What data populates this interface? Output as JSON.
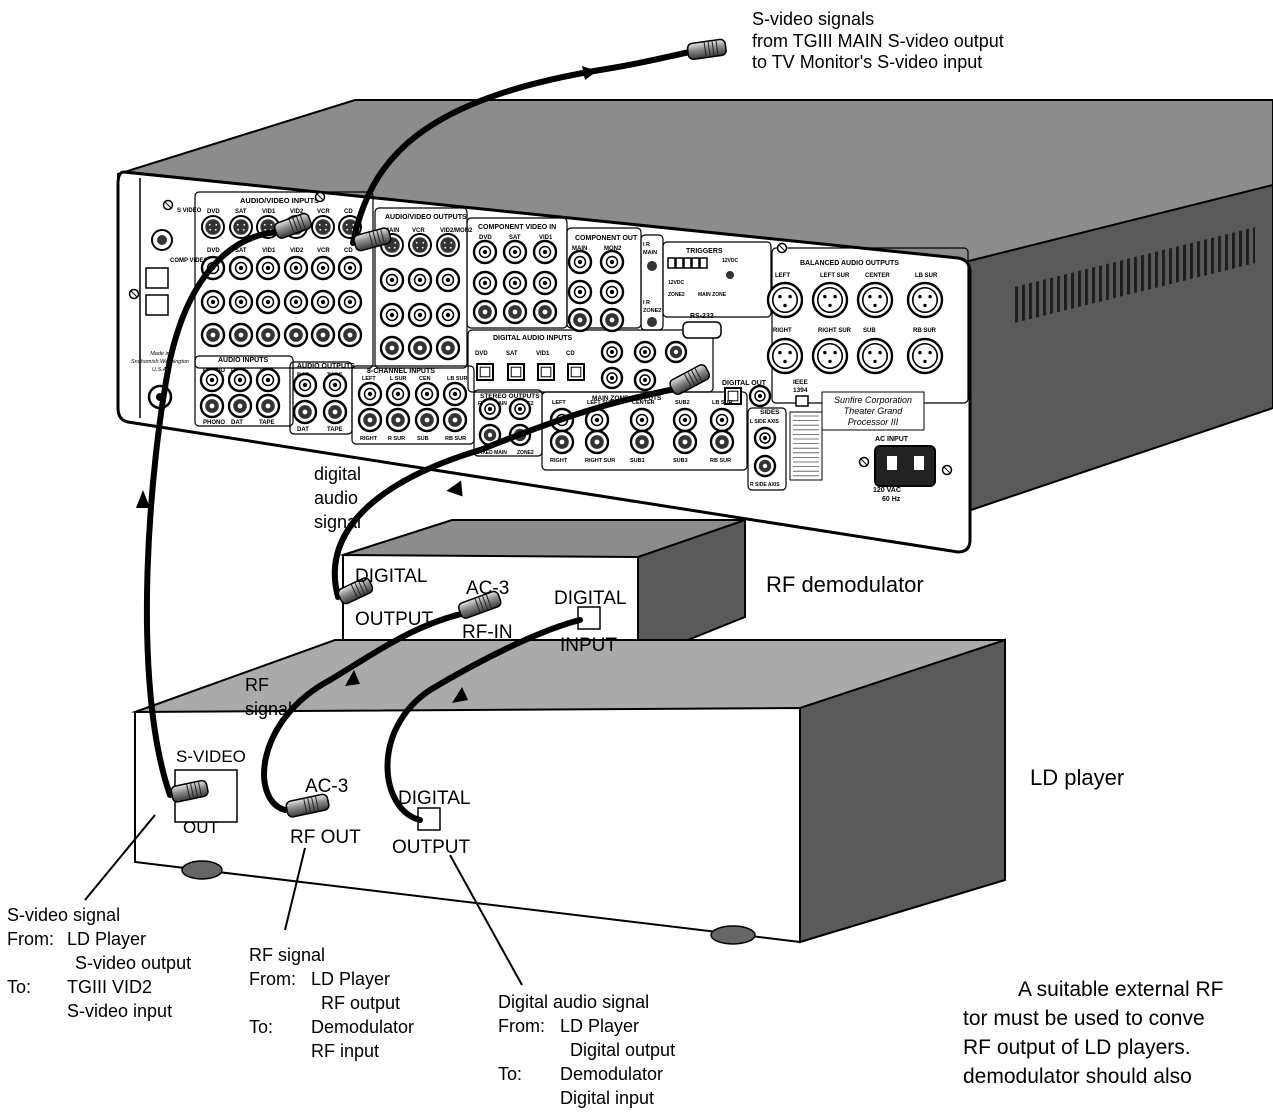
{
  "svideo_top": {
    "lines": [
      "S-video signals",
      "from TGIII MAIN S-video output",
      "to TV Monitor's S-video input"
    ]
  },
  "digital_audio_signal": {
    "lines": [
      "digital",
      "audio",
      "signal"
    ]
  },
  "rf_signal_label": {
    "lines": [
      "RF",
      "signal"
    ]
  },
  "rf_demodulator_label": "RF demodulator",
  "ld_player_label": "LD player",
  "demodulator_panel": {
    "digital_output": [
      "DIGITAL",
      "OUTPUT"
    ],
    "ac3_rf_in": [
      "AC-3",
      "RF-IN"
    ],
    "digital_input": [
      "DIGITAL",
      "INPUT"
    ]
  },
  "ld_panel": {
    "svideo_out": [
      "S-VIDEO",
      "OUT"
    ],
    "ac3_rf_out": [
      "AC-3",
      "RF OUT"
    ],
    "digital_output": [
      "DIGITAL",
      "OUTPUT"
    ]
  },
  "callouts": {
    "svideo": {
      "title": "S-video signal",
      "from_key": "From:",
      "from_1": "LD Player",
      "from_2": "S-video output",
      "to_key": "To:",
      "to_1": "TGIII VID2",
      "to_2": "S-video input"
    },
    "rf": {
      "title": "RF signal",
      "from_key": "From:",
      "from_1": "LD Player",
      "from_2": "RF output",
      "to_key": "To:",
      "to_1": "Demodulator",
      "to_2": "RF input"
    },
    "digital": {
      "title": "Digital audio signal",
      "from_key": "From:",
      "from_1": "LD Player",
      "from_2": "Digital output",
      "to_key": "To:",
      "to_1": "Demodulator",
      "to_2": "Digital input"
    }
  },
  "side_note": {
    "lines": [
      "A suitable external RF",
      "tor must be used to conve",
      "RF output of LD players.",
      "demodulator should also"
    ]
  },
  "processor_panel": {
    "audio_video_inputs": "AUDIO/VIDEO INPUTS",
    "audio_video_outputs": "AUDIO/VIDEO OUTPUTS",
    "component_video_in": "COMPONENT VIDEO IN",
    "component_out": "COMPONENT OUT",
    "triggers": "TRIGGERS",
    "balanced_audio_outputs": "BALANCED AUDIO OUTPUTS",
    "digital_audio_inputs": "DIGITAL AUDIO INPUTS",
    "audio_inputs": "AUDIO INPUTS",
    "audio_outputs": "AUDIO OUTPUTS",
    "eight_channel_inputs": "8-CHANNEL INPUTS",
    "stereo_outputs": "STEREO OUTPUTS",
    "main_zone_outputs": "MAIN ZONE OUTPUTS",
    "sides": "SIDES",
    "digital_out": "DIGITAL OUT",
    "ieee": [
      "IEEE",
      "1394"
    ],
    "rs232": "RS-232",
    "ac_input": "AC INPUT",
    "ac_rating": [
      "120 VAC",
      "60 Hz"
    ],
    "brand": [
      "Sunfire Corporation",
      "Theater Grand",
      "Processor III"
    ],
    "made_in": [
      "Made in",
      "Snohomish Washington",
      "U.S.A."
    ],
    "svideo_row": [
      "DVD",
      "SAT",
      "VID1",
      "VID2",
      "VCR",
      "CD"
    ],
    "comp_row": [
      "DVD",
      "SAT",
      "VID1",
      "VID2",
      "VCR",
      "CD"
    ],
    "av_out_row": [
      "MAIN",
      "VCR",
      "VID2/MON2"
    ],
    "cvin_row": [
      "DVD",
      "SAT",
      "VID1"
    ],
    "cout_row": [
      "MAIN",
      "MON2"
    ],
    "bal_top": [
      "LEFT",
      "LEFT SUR",
      "CENTER",
      "LB SUR"
    ],
    "bal_bottom": [
      "RIGHT",
      "RIGHT SUR",
      "SUB",
      "RB SUR"
    ],
    "dai_row": [
      "DVD",
      "SAT",
      "VID1",
      "CD"
    ],
    "ai_row": [
      "PHONO",
      "DAT",
      "TAPE"
    ],
    "ao_row": [
      "DAT",
      "TAPE"
    ],
    "ch8_top": [
      "LEFT",
      "L SUR",
      "CEN",
      "LB SUR"
    ],
    "ch8_bottom": [
      "RIGHT",
      "R SUR",
      "SUB",
      "RB SUR"
    ],
    "mz_top": [
      "LEFT",
      "LEFT SUR",
      "CENTER",
      "SUB2",
      "LB SUR"
    ],
    "mz_bottom": [
      "RIGHT",
      "RIGHT SUR",
      "SUB1",
      "SUB3",
      "RB SUR"
    ],
    "sides_row": [
      "L SIDE AXIS",
      "R SIDE AXIS"
    ],
    "svideo_side": "S VIDEO",
    "comp_side": "COMP VIDEO",
    "ir_main": [
      "I R",
      "MAIN"
    ],
    "ir_zone2": [
      "I R",
      "ZONE2"
    ],
    "trig_labels": [
      "12VDC",
      "ZONE2",
      "MAIN ZONE",
      "12VDC"
    ],
    "stereo_sub": [
      "FIXED MAIN",
      "ZONE2",
      "FIXED MAIN",
      "ZONE2"
    ]
  }
}
